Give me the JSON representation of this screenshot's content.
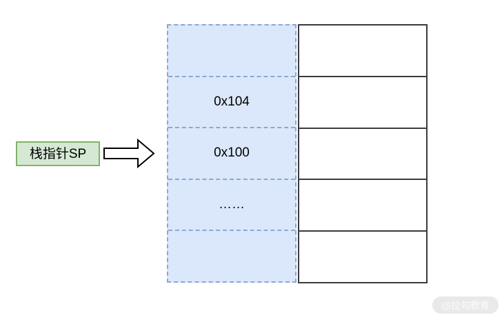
{
  "diagram": {
    "pointer_label": "栈指针SP",
    "arrow": "right-block-arrow",
    "stack_column": {
      "cells": [
        {
          "text": ""
        },
        {
          "text": "0x104"
        },
        {
          "text": "0x100"
        },
        {
          "text": "……"
        },
        {
          "text": ""
        }
      ]
    },
    "memory_column": {
      "cells": [
        {
          "text": ""
        },
        {
          "text": ""
        },
        {
          "text": ""
        },
        {
          "text": ""
        },
        {
          "text": ""
        }
      ]
    },
    "watermark": "@拉勾教育",
    "colors": {
      "label_fill": "#d5e8d4",
      "label_border": "#82b366",
      "stack_fill": "#dbe8fb",
      "stack_border": "#8ba7d3",
      "memory_border": "#3a3a3a",
      "arrow_fill": "#ffffff",
      "arrow_stroke": "#000000",
      "watermark_bg": "#e9e9e9",
      "watermark_text": "#fbfbfb"
    }
  }
}
